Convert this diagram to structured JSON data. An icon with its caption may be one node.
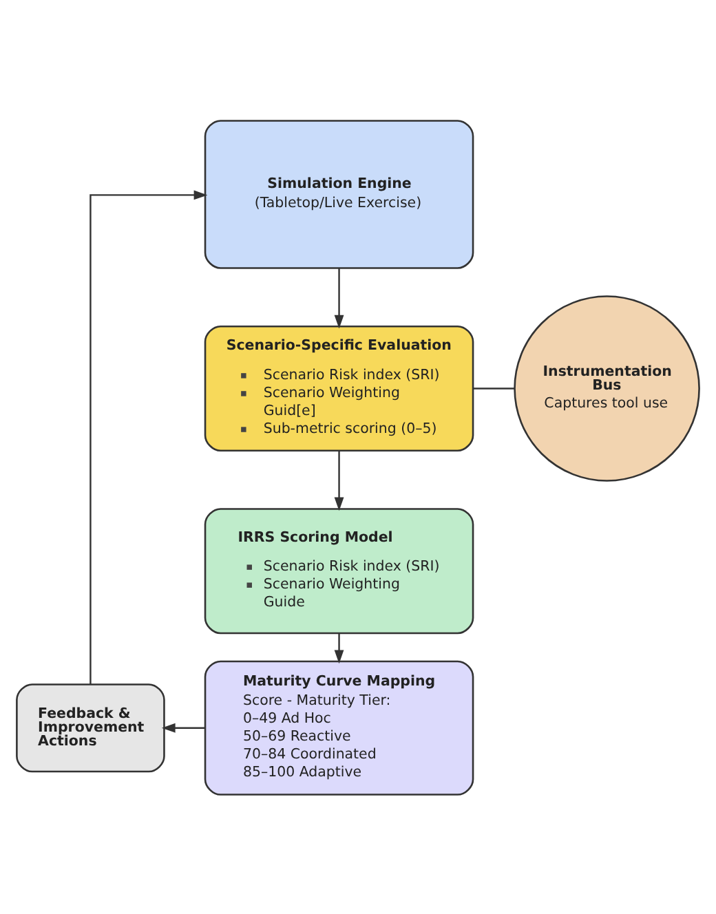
{
  "diagram": {
    "nodes": [
      {
        "text": [
          "Simulation Engine",
          "(Tabletop/Live Exercise)"
        ]
      },
      {
        "text": [
          "Scenario-Specific Evaluation",
          "Scenario Risk index (SRI)",
          "Scenario Weighting Guid[e]",
          "Sub-metric scoring (0–5)"
        ]
      },
      {
        "text": [
          "Instrumentation Bus",
          "Captures tool use"
        ]
      },
      {
        "text": [
          "IRRS Scoring Model",
          "Scenario Risk index (SRI)",
          "Scenario Weighting Guide"
        ]
      },
      {
        "text": [
          "Maturity Curve Mapping",
          "Score - Maturity Tier:",
          "0–49 Ad Hoc",
          "50–69 Reactive",
          "70–84 Coordinated",
          "85–100 Adaptive"
        ]
      },
      {
        "text": [
          "Feedback & Improvement Actions"
        ]
      }
    ],
    "edges": [
      {
        "from": 0,
        "to": 1,
        "arrow": "to"
      },
      {
        "from": 1,
        "to": 2,
        "arrow": "none"
      },
      {
        "from": 1,
        "to": 3,
        "arrow": "to"
      },
      {
        "from": 3,
        "to": 4,
        "arrow": "to"
      },
      {
        "from": 4,
        "to": 5,
        "arrow": "to"
      },
      {
        "from": 5,
        "to": 0,
        "arrow": "to"
      }
    ]
  }
}
